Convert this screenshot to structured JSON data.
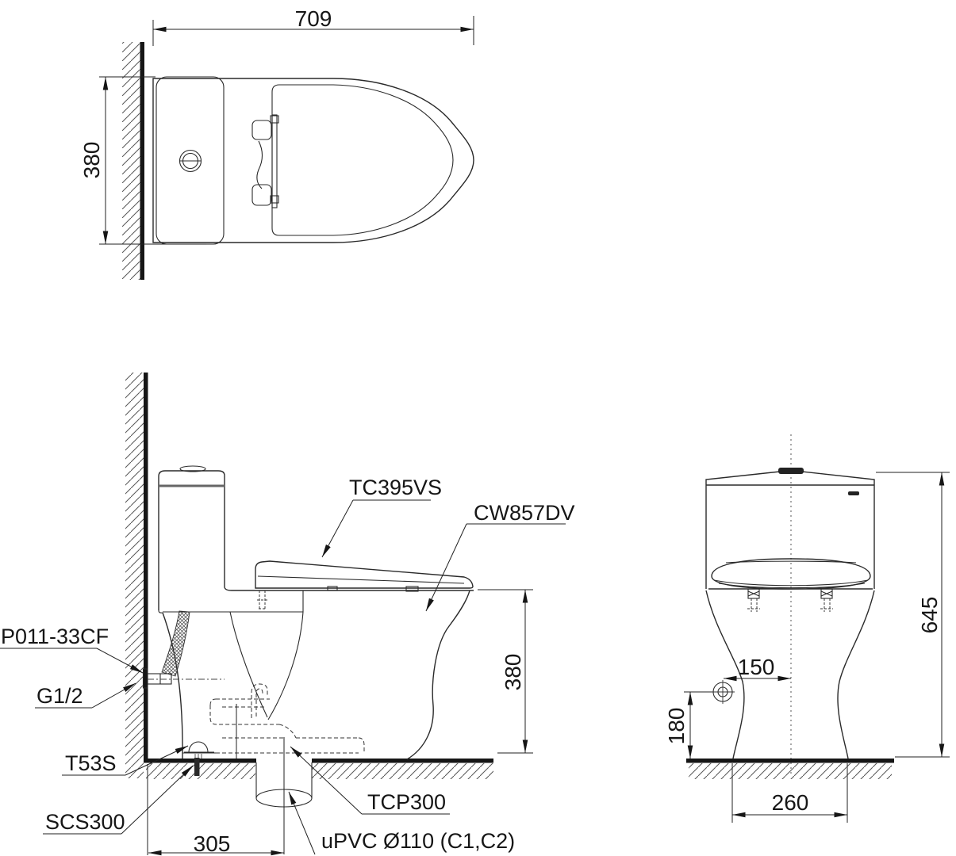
{
  "colors": {
    "line": "#1c1c1c",
    "background": "#ffffff"
  },
  "views": {
    "top": {
      "dims": {
        "width": "709",
        "depth": "380"
      }
    },
    "side": {
      "dims": {
        "seat_height": "380",
        "outlet_offset": "305"
      },
      "labels": {
        "seat": "TC395VS",
        "bowl": "CW857DV",
        "angle_valve": "P011-33CF",
        "thread": "G1/2",
        "fixing": "T53S",
        "seal": "SCS300",
        "connector": "TCP300",
        "drain": "uPVC Ø110 (C1,C2)"
      }
    },
    "front": {
      "dims": {
        "height": "645",
        "supply_offset": "150",
        "supply_height": "180",
        "base_width": "260"
      }
    }
  }
}
